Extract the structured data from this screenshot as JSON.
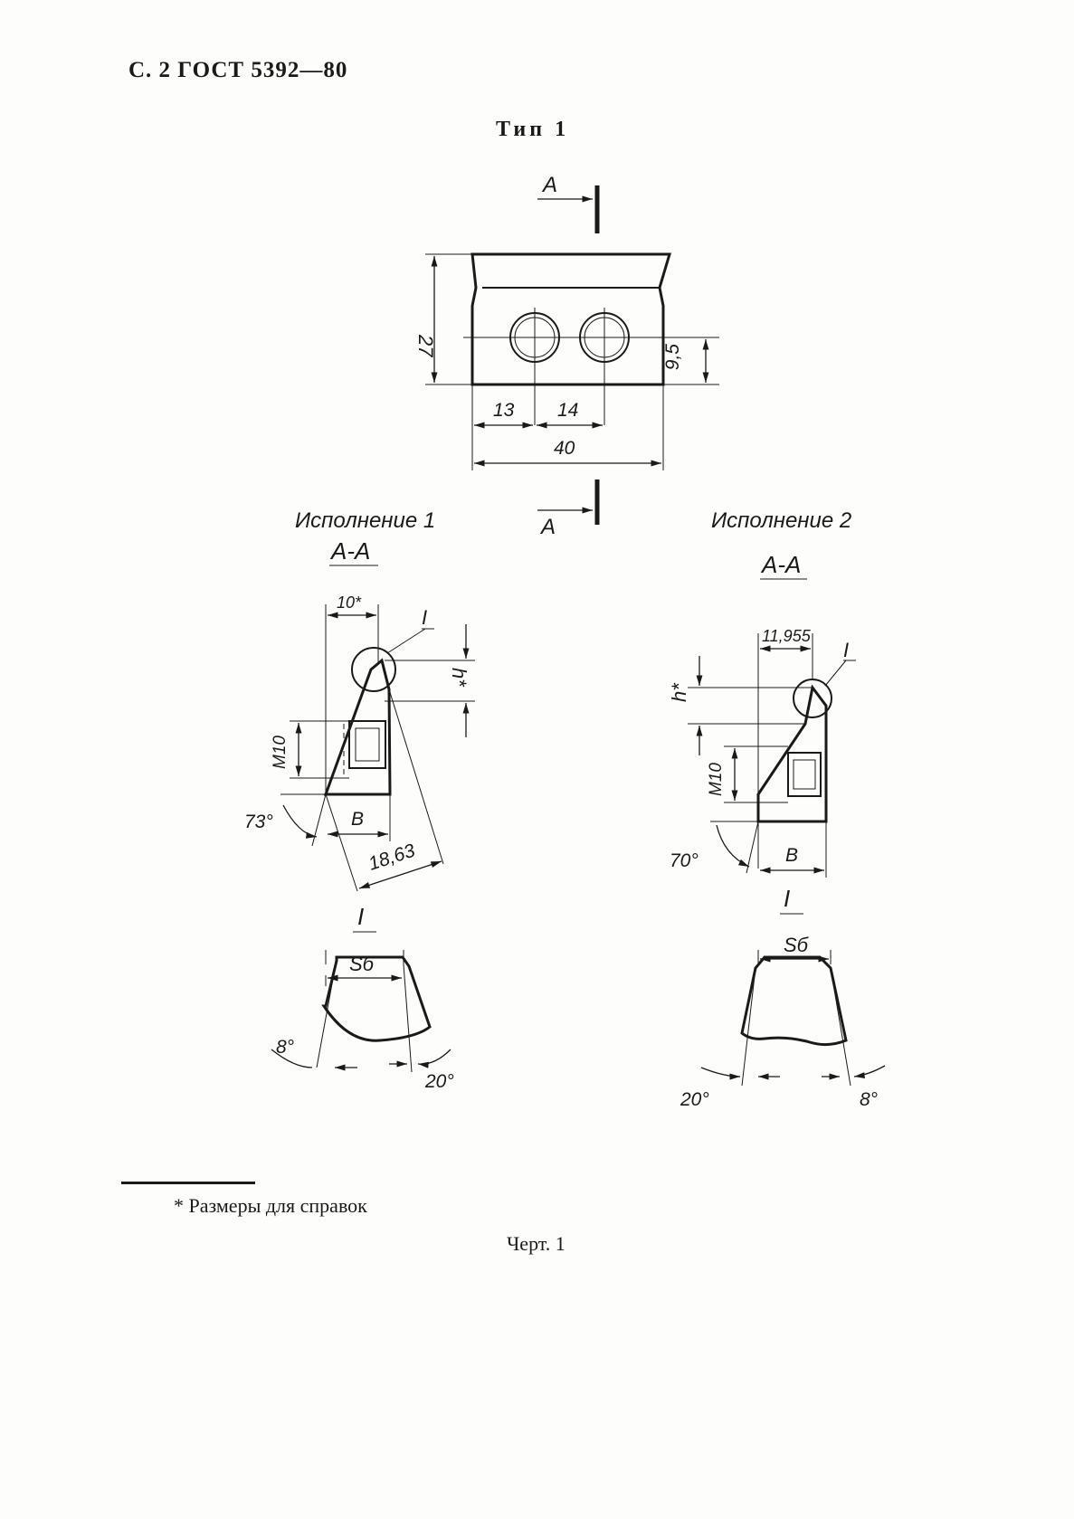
{
  "header": "С. 2 ГОСТ 5392—80",
  "type_title": "Тип 1",
  "top_view": {
    "section_letter_top": "А",
    "section_letter_bottom": "А",
    "dim_height": "27",
    "dim_hole_height": "9,5",
    "dim_left": "13",
    "dim_pitch": "14",
    "dim_width": "40"
  },
  "variant1": {
    "title": "Исполнение 1",
    "section": "А-А",
    "dim_top": "10*",
    "detail": "I",
    "dim_h": "h*",
    "dim_thread": "М10",
    "angle": "73°",
    "dim_b": "В",
    "dim_diag": "18,63",
    "detail_title": "I",
    "detail_sb": "Sб",
    "detail_angle_left": "8°",
    "detail_angle_right": "20°"
  },
  "variant2": {
    "title": "Исполнение 2",
    "section": "А-А",
    "dim_top": "11,955",
    "detail": "I",
    "dim_h": "h*",
    "dim_thread": "М10",
    "angle": "70°",
    "dim_b": "В",
    "detail_title": "I",
    "detail_sb": "Sб",
    "detail_angle_left": "20°",
    "detail_angle_right": "8°"
  },
  "footnote": "* Размеры для справок",
  "caption": "Черт. 1"
}
